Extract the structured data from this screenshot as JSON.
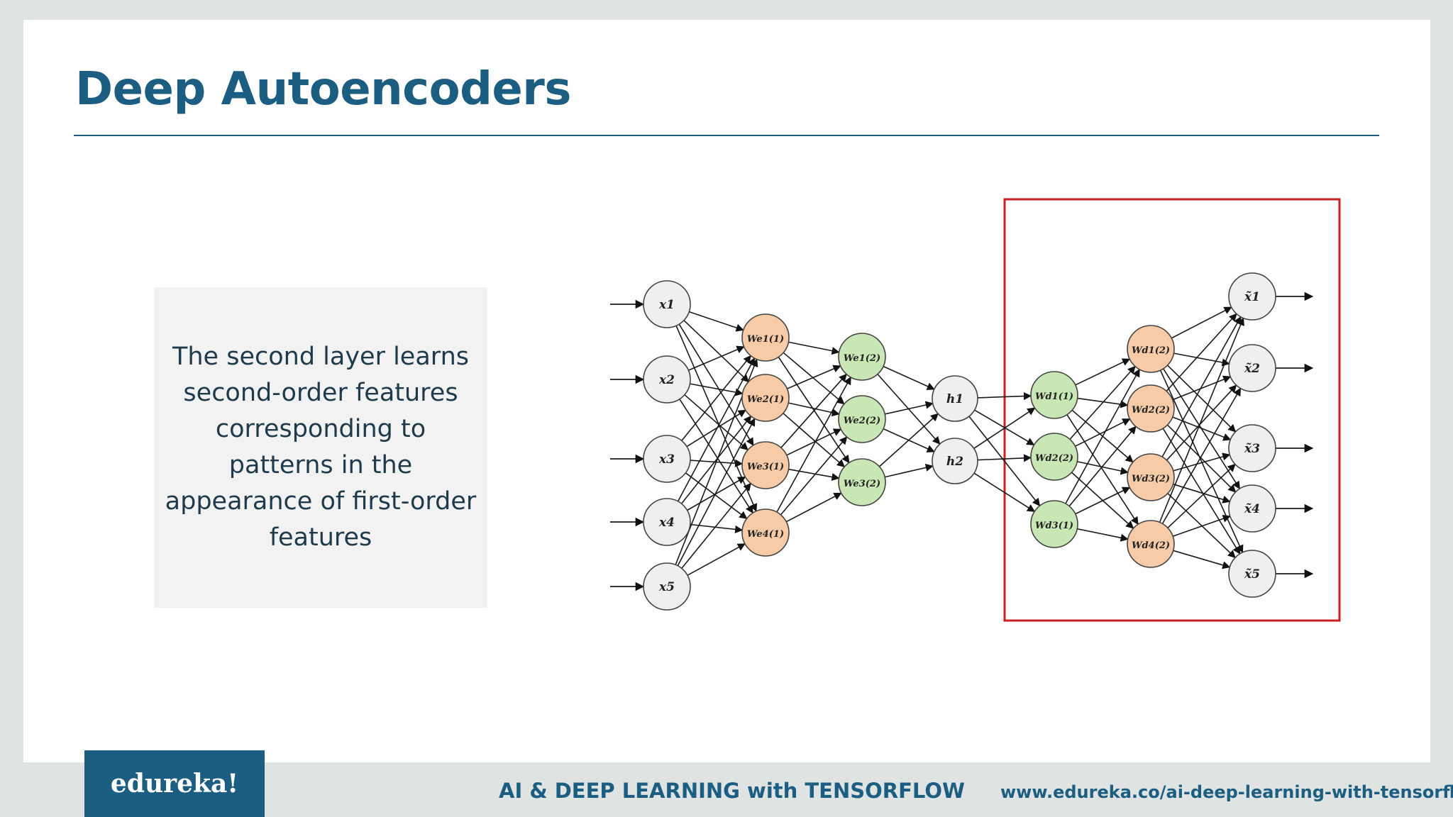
{
  "slide": {
    "title": "Deep Autoencoders",
    "description": "The second layer learns second-order features corresponding to patterns in the appearance of first-order features"
  },
  "diagram": {
    "colors": {
      "input": "#efefef",
      "encoder1": "#f7cba7",
      "encoder2": "#c9e6b5",
      "code": "#efefef",
      "decoder1": "#c9e6b5",
      "decoder2": "#f7cba7",
      "output": "#efefef",
      "highlight": "#cc1f24"
    },
    "layers": {
      "input": [
        "x1",
        "x2",
        "x3",
        "x4",
        "x5"
      ],
      "encoder1": [
        "We1(1)",
        "We2(1)",
        "We3(1)",
        "We4(1)"
      ],
      "encoder2": [
        "We1(2)",
        "We2(2)",
        "We3(2)"
      ],
      "code": [
        "h1",
        "h2"
      ],
      "decoder1": [
        "Wd1(1)",
        "Wd2(2)",
        "Wd3(1)"
      ],
      "decoder2": [
        "Wd1(2)",
        "Wd2(2)",
        "Wd3(2)",
        "Wd4(2)"
      ],
      "output": [
        "x̃1",
        "x̃2",
        "x̃3",
        "x̃4",
        "x̃5"
      ]
    }
  },
  "footer": {
    "logo": "edureka!",
    "course": "AI & DEEP LEARNING with TENSORFLOW",
    "url": "www.edureka.co/ai-deep-learning-with-tensorflow"
  }
}
